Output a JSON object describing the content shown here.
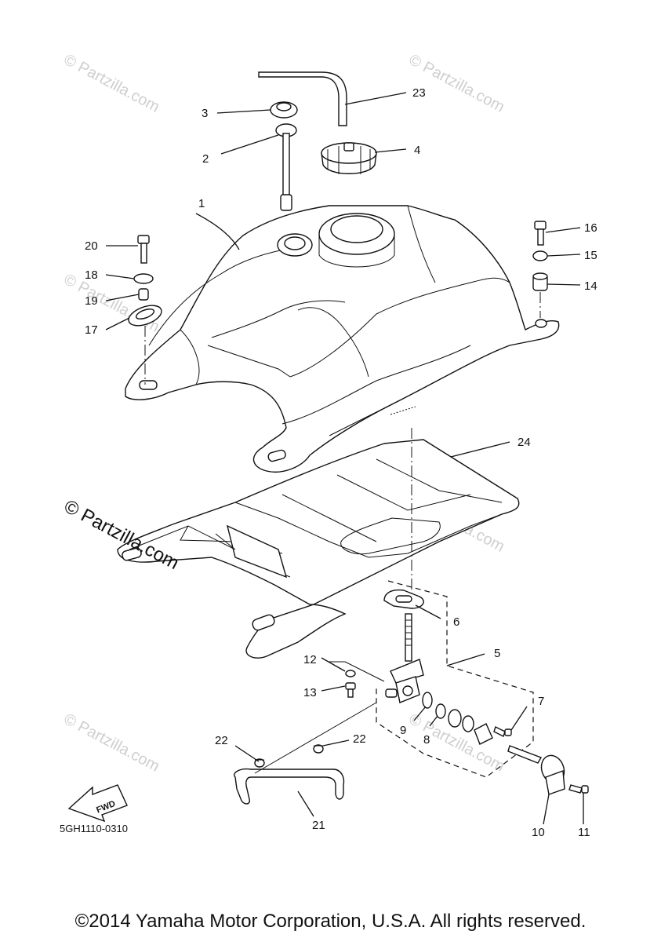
{
  "diagram": {
    "part_code": "5GH1110-0310",
    "fwd_label": "FWD",
    "callouts": [
      "1",
      "2",
      "3",
      "4",
      "5",
      "6",
      "7",
      "8",
      "9",
      "10",
      "11",
      "12",
      "13",
      "14",
      "15",
      "16",
      "17",
      "18",
      "19",
      "20",
      "21",
      "22",
      "22",
      "23",
      "24"
    ]
  },
  "watermarks": {
    "small": "© Partzilla.com",
    "large": "© Partzilla.com"
  },
  "footer": {
    "copyright": "©2014 Yamaha Motor Corporation, U.S.A. All rights reserved."
  }
}
